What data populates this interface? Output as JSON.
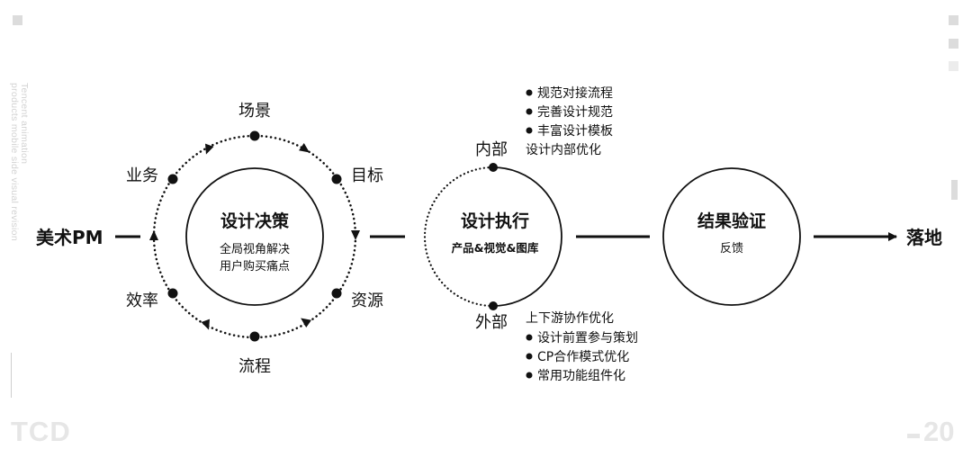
{
  "side_text": [
    "Tencent animation",
    "products mobile side visual revision"
  ],
  "watermark": {
    "left": "TCD",
    "right": "20"
  },
  "start_label": "美术PM",
  "end_label": "落地",
  "decision": {
    "title": "设计决策",
    "subtitle_lines": [
      "全局视角解决",
      "用户购买痛点"
    ],
    "orbit_labels": [
      "场景",
      "目标",
      "资源",
      "流程",
      "效率",
      "业务"
    ]
  },
  "execution": {
    "title": "设计执行",
    "subtitle": "产品&视觉&图库",
    "internal": {
      "label": "内部",
      "note": "设计内部优化",
      "bullets": [
        "规范对接流程",
        "完善设计规范",
        "丰富设计模板"
      ]
    },
    "external": {
      "label": "外部",
      "note": "上下游协作优化",
      "bullets": [
        "设计前置参与策划",
        "CP合作模式优化",
        "常用功能组件化"
      ]
    }
  },
  "validation": {
    "title": "结果验证",
    "subtitle": "反馈"
  },
  "colors": {
    "ink": "#111111",
    "muted": "#d2d2d2",
    "watermark": "#e6e6e6"
  }
}
